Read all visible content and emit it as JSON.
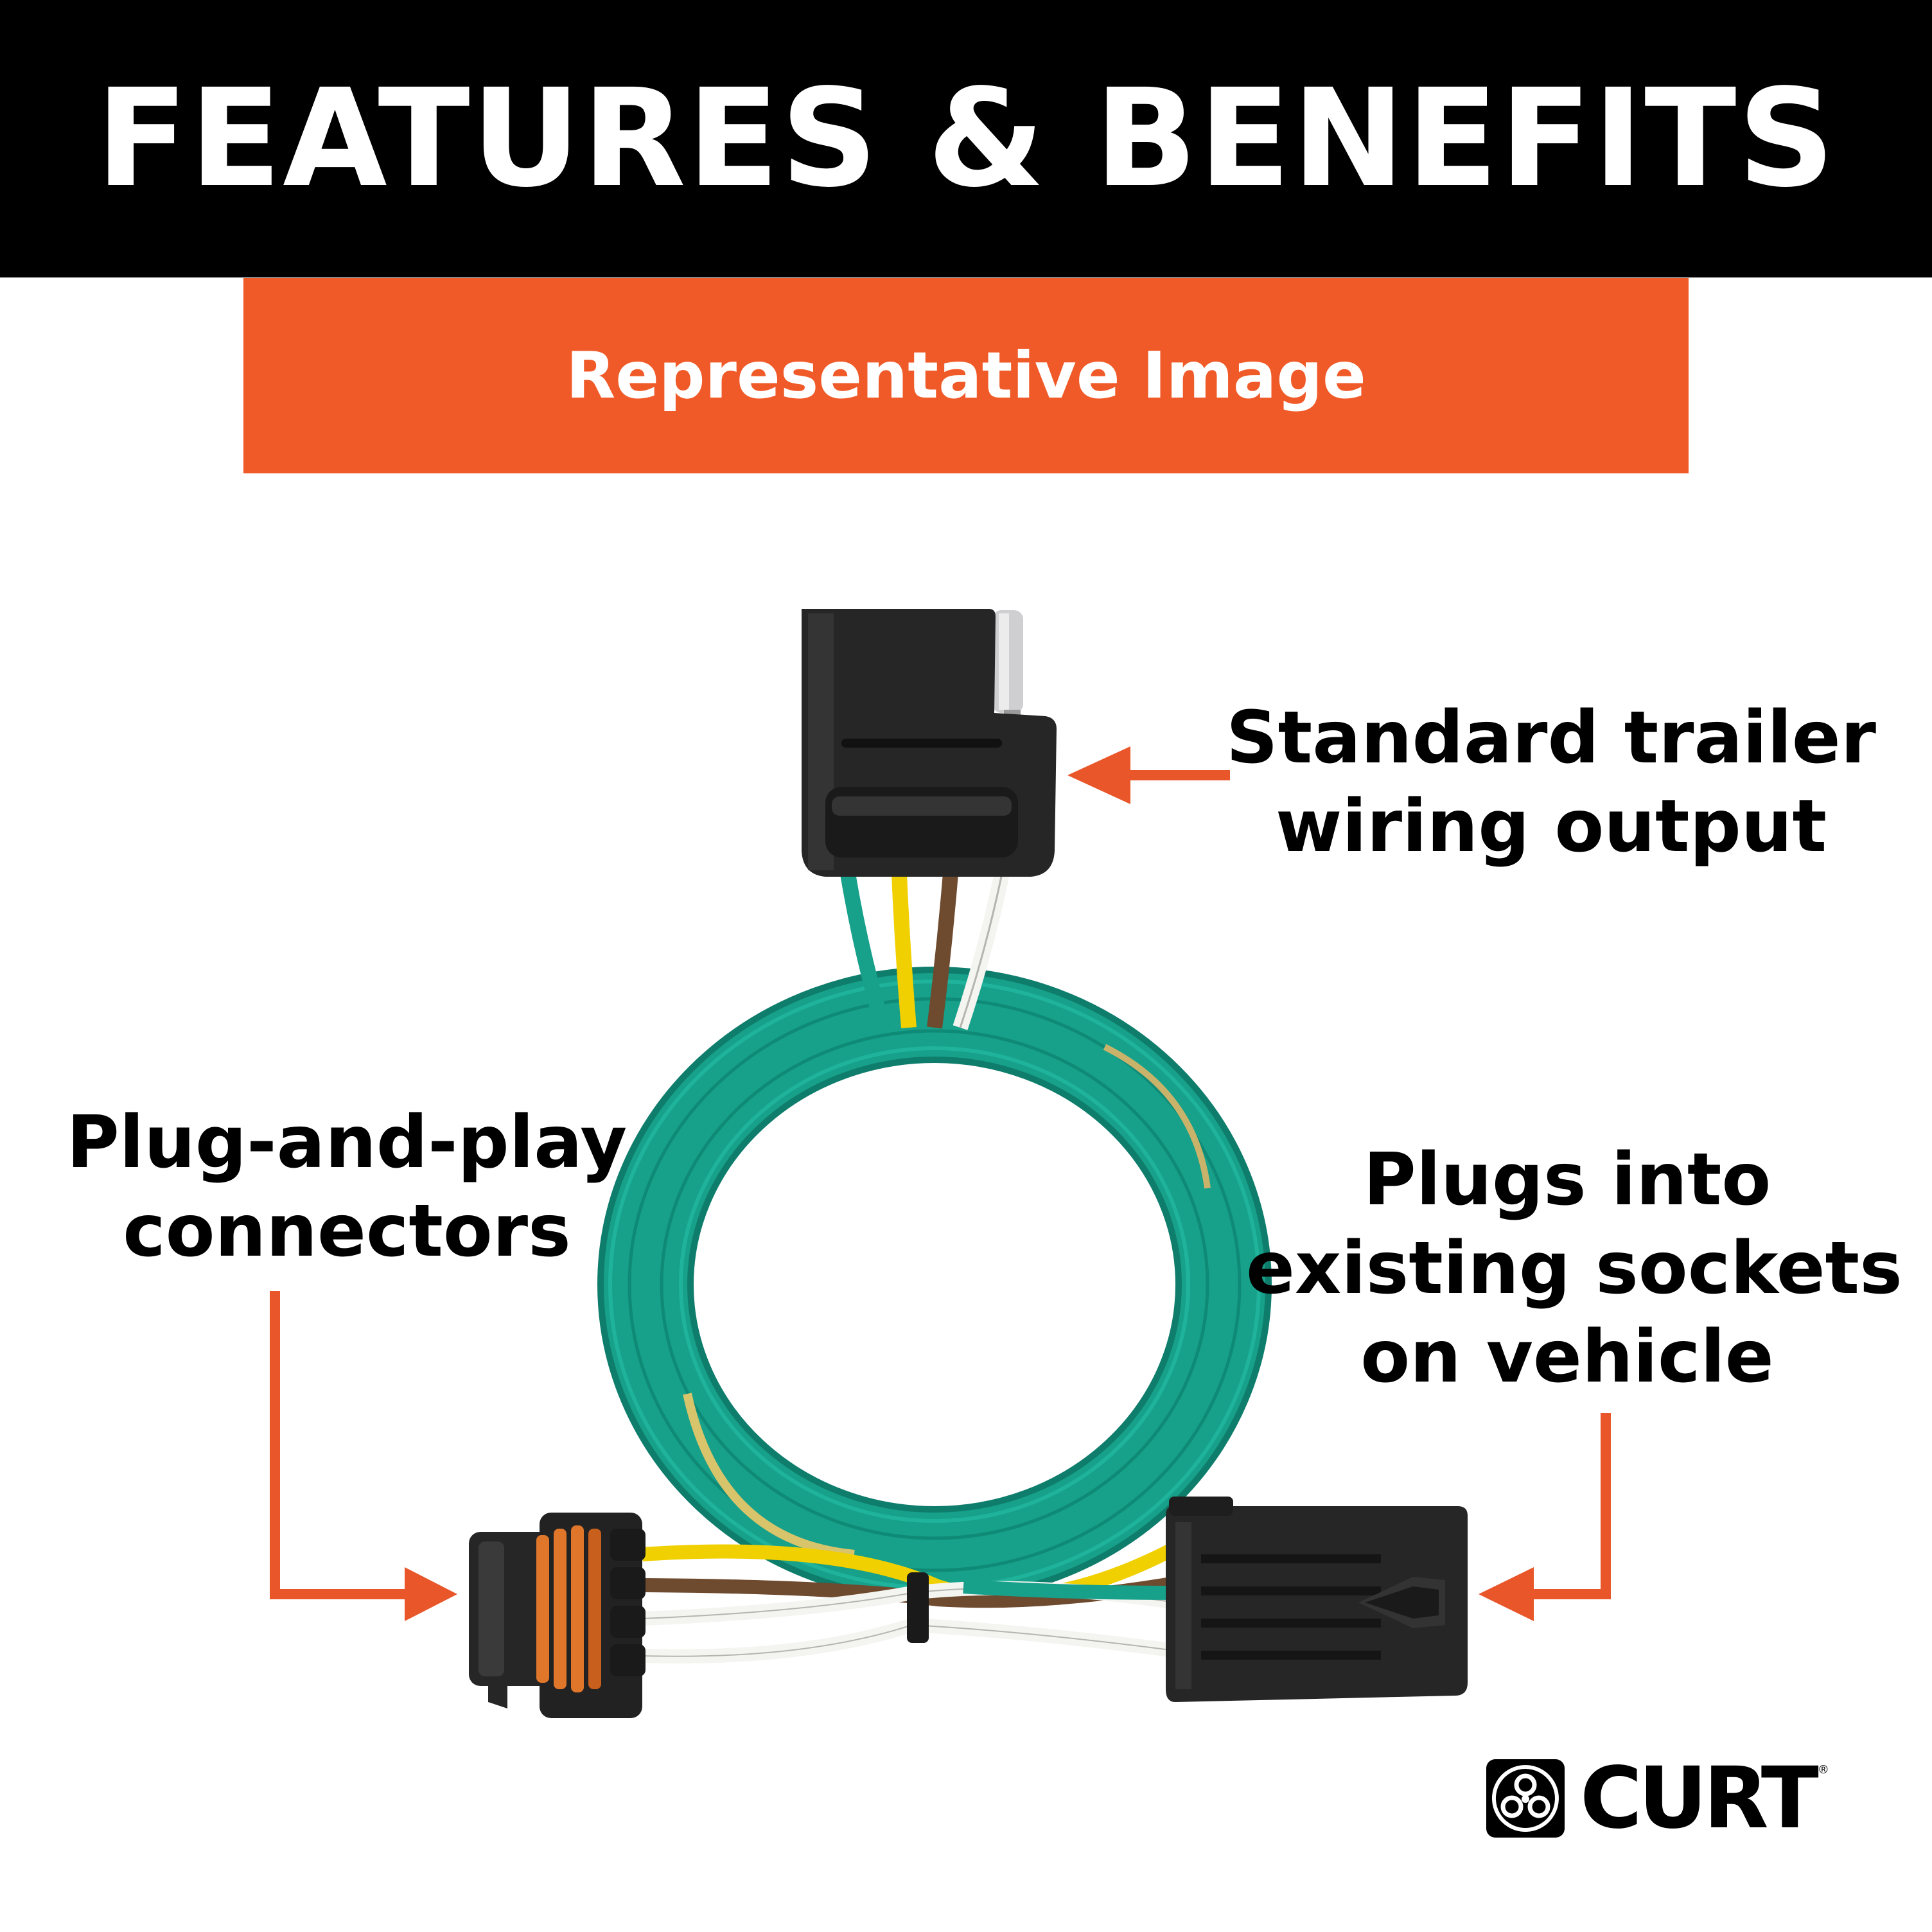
{
  "header": {
    "title": "FEATURES & BENEFITS"
  },
  "banner": {
    "text": "Representative Image",
    "color": "#f05a28"
  },
  "callouts": {
    "output": [
      "Standard trailer",
      "wiring output"
    ],
    "connectors": [
      "Plug-and-play",
      "connectors"
    ],
    "sockets": [
      "Plugs into",
      "existing sockets",
      "on vehicle"
    ]
  },
  "logo": {
    "text": "CURT",
    "registered": "®",
    "icon": "curt-hitch-ball-icon"
  },
  "colors": {
    "arrow": "#e8562a",
    "wire_green": "#17a08a",
    "wire_yellow": "#f0d000",
    "wire_brown": "#6e4a2e",
    "wire_white": "#f4f4f0",
    "connector": "#232323",
    "seal": "#e0762a"
  },
  "product": {
    "name": "trailer-wiring-harness-image"
  }
}
